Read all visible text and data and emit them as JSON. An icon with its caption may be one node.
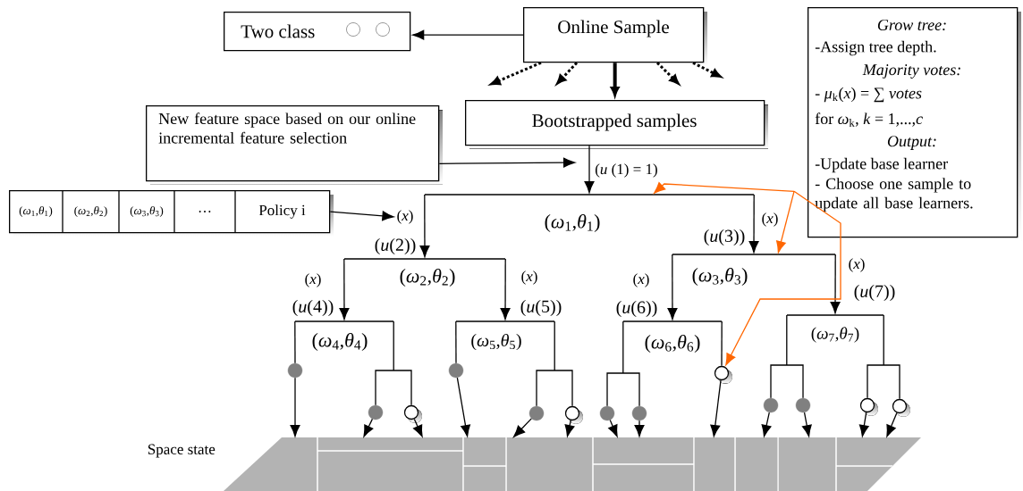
{
  "diagram": {
    "nodes": [
      {
        "text": [
          "Two class"
        ]
      },
      {
        "text": [
          "Online Sample"
        ]
      },
      {
        "text": [
          "Bootstrapped samples"
        ]
      },
      {
        "text": [
          "New feature space based on our online incremental feature selection"
        ]
      },
      {
        "text": [
          "(*ω*$_{1}$,*θ*$_{1}$)",
          "(*ω*$_{2}$,*θ*$_{2}$)",
          "(*ω*$_{3}$,*θ*$_{3}$)",
          "…",
          "Policy i"
        ]
      },
      {
        "text": [
          "Grow tree:",
          "-Assign tree depth.",
          "Majority votes:",
          "- *μ*$_{k}$(*x*) = ∑ *votes*",
          "for *ω*$_{k}$, *k* = 1,...,*c*",
          "Output:",
          "-Update base learner",
          "- Choose one sample to update all base learners."
        ]
      },
      {
        "text": [
          "(*ω*$_{1}$,*θ*$_{1}$)"
        ]
      },
      {
        "text": [
          "(*ω*$_{2}$,*θ*$_{2}$)"
        ]
      },
      {
        "text": [
          "(*ω*$_{3}$,*θ*$_{3}$)"
        ]
      },
      {
        "text": [
          "(*ω*$_{4}$,*θ*$_{4}$)"
        ]
      },
      {
        "text": [
          "(*ω*$_{5}$,*θ*$_{5}$)"
        ]
      },
      {
        "text": [
          "(*ω*$_{6}$,*θ*$_{6}$)"
        ]
      },
      {
        "text": [
          "(*ω*$_{7}$,*θ*$_{7}$)"
        ]
      },
      {
        "text": [],
        "shape": "circle"
      },
      {
        "text": [],
        "shape": "circle"
      },
      {
        "text": [],
        "shape": "circle"
      },
      {
        "text": [],
        "shape": "circle"
      },
      {
        "text": [],
        "shape": "circle"
      },
      {
        "text": [],
        "shape": "circle"
      },
      {
        "text": [],
        "shape": "circle"
      },
      {
        "text": [],
        "shape": "circle"
      },
      {
        "text": [],
        "shape": "circle"
      },
      {
        "text": [],
        "shape": "circle"
      },
      {
        "text": [],
        "shape": "circle"
      },
      {
        "text": [],
        "shape": "circle"
      },
      {
        "text": [],
        "shape": "circle"
      },
      {
        "text": [
          "Space state"
        ]
      },
      {
        "text": [
          "(*x*)"
        ]
      }
    ],
    "edges": [
      {
        "from": 1,
        "to": 0,
        "arrow": "to"
      },
      {
        "from": 1,
        "to": 2,
        "arrow": "to",
        "style": "thick"
      },
      {
        "from": 1,
        "to": null,
        "arrow": "to",
        "style": "dashed"
      },
      {
        "from": 1,
        "to": null,
        "arrow": "to",
        "style": "dashed"
      },
      {
        "from": 1,
        "to": null,
        "arrow": "to",
        "style": "dashed"
      },
      {
        "from": 1,
        "to": null,
        "arrow": "to",
        "style": "dashed"
      },
      {
        "from": 3,
        "to": null,
        "arrow": "to"
      },
      {
        "from": 4,
        "to": 27,
        "arrow": "to"
      },
      {
        "from": 2,
        "to": 6,
        "arrow": "to",
        "label": "(*u* (1) = 1)"
      },
      {
        "from": 6,
        "to": 7,
        "arrow": "to"
      },
      {
        "from": 6,
        "to": 8,
        "arrow": "to"
      },
      {
        "from": 7,
        "to": 9,
        "arrow": "to"
      },
      {
        "from": 7,
        "to": 10,
        "arrow": "to"
      },
      {
        "from": 8,
        "to": 11,
        "arrow": "to"
      },
      {
        "from": 8,
        "to": 12,
        "arrow": "to"
      },
      {
        "from": 9,
        "to": 13,
        "arrow": "none"
      },
      {
        "from": 9,
        "to": 14,
        "arrow": "none"
      },
      {
        "from": 9,
        "to": 15,
        "arrow": "none"
      },
      {
        "from": 10,
        "to": 16,
        "arrow": "none"
      },
      {
        "from": 10,
        "to": 17,
        "arrow": "none"
      },
      {
        "from": 10,
        "to": 18,
        "arrow": "none"
      },
      {
        "from": 11,
        "to": 19,
        "arrow": "none"
      },
      {
        "from": 11,
        "to": 20,
        "arrow": "none"
      },
      {
        "from": 11,
        "to": 21,
        "arrow": "none"
      },
      {
        "from": 12,
        "to": 22,
        "arrow": "none"
      },
      {
        "from": 12,
        "to": 23,
        "arrow": "none"
      },
      {
        "from": 12,
        "to": 24,
        "arrow": "none"
      },
      {
        "from": 12,
        "to": 25,
        "arrow": "none"
      },
      {
        "from": 13,
        "to": 26,
        "arrow": "to"
      },
      {
        "from": 14,
        "to": 26,
        "arrow": "to"
      },
      {
        "from": 15,
        "to": 26,
        "arrow": "to"
      },
      {
        "from": 16,
        "to": 26,
        "arrow": "to"
      },
      {
        "from": 17,
        "to": 26,
        "arrow": "to"
      },
      {
        "from": 18,
        "to": 26,
        "arrow": "to"
      },
      {
        "from": 19,
        "to": 26,
        "arrow": "to"
      },
      {
        "from": 20,
        "to": 26,
        "arrow": "to"
      },
      {
        "from": 21,
        "to": 26,
        "arrow": "to"
      },
      {
        "from": 22,
        "to": 26,
        "arrow": "to"
      },
      {
        "from": 23,
        "to": 26,
        "arrow": "to"
      },
      {
        "from": 24,
        "to": 26,
        "arrow": "to"
      },
      {
        "from": 25,
        "to": 26,
        "arrow": "to"
      },
      {
        "from": 5,
        "to": 6,
        "arrow": "to",
        "color": "#ff6600"
      },
      {
        "from": 5,
        "to": 8,
        "arrow": "to",
        "color": "#ff6600"
      },
      {
        "from": 5,
        "to": 21,
        "arrow": "to",
        "color": "#ff6600"
      }
    ],
    "labels": [
      "(*u*(2))",
      "(*x*)",
      "(*u*(3))",
      "(*x*)",
      "(*u*(4))",
      "(*x*)",
      "(*u*(5))",
      "(*x*)",
      "(*u*(6))",
      "(*x*)",
      "(*u*(7))"
    ]
  }
}
